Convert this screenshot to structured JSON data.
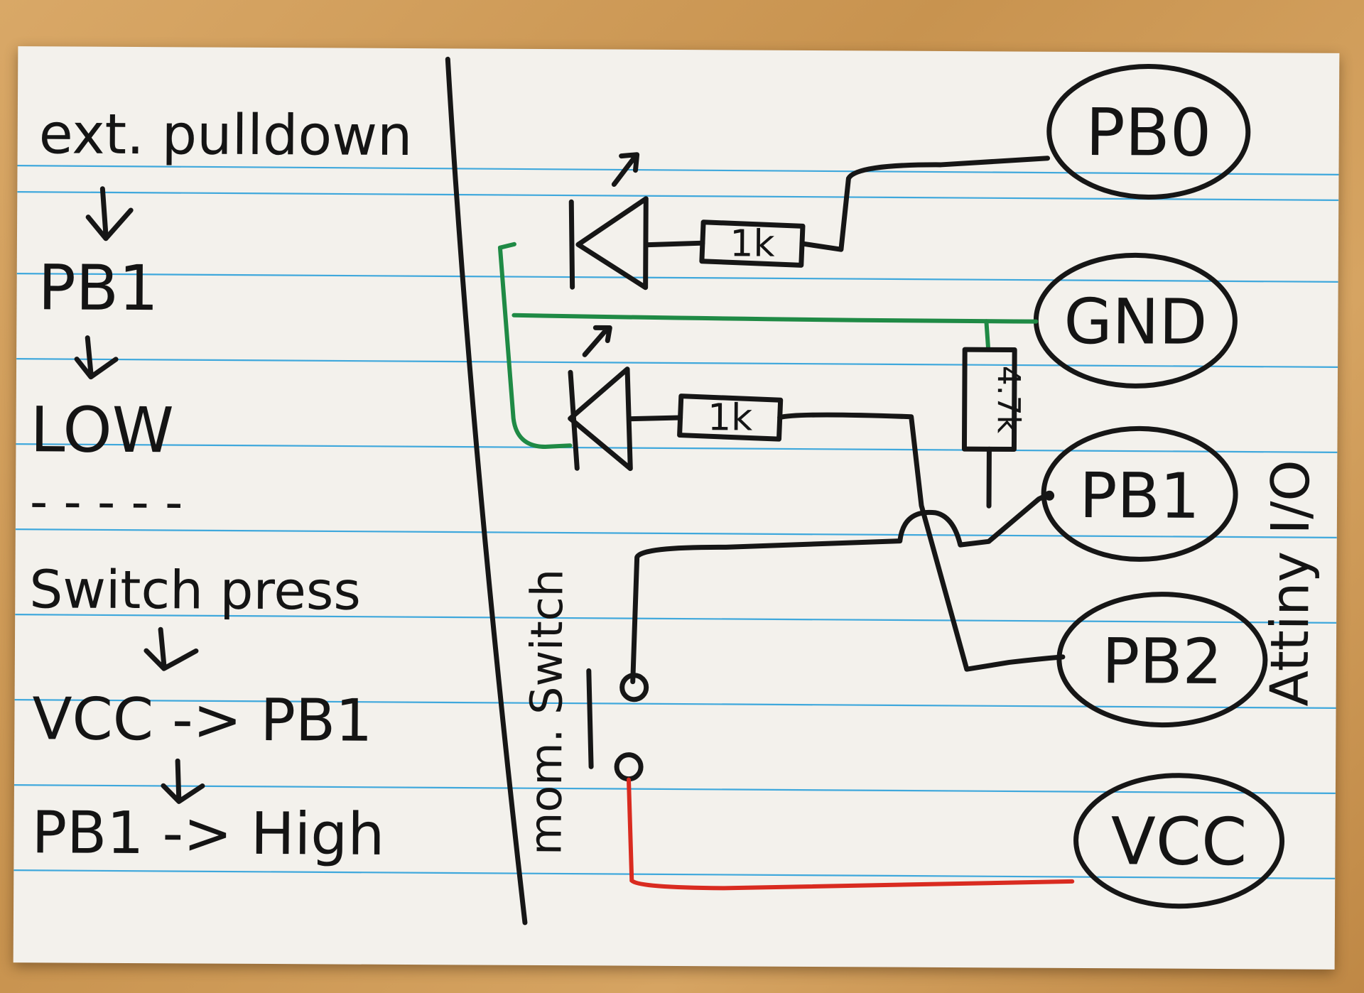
{
  "colors": {
    "ink": "#161616",
    "gnd_wire": "#1f8a45",
    "vcc_wire": "#d92b20",
    "ruling": "#3fa8dc",
    "card": "#f3f1ec"
  },
  "notes": [
    "ext. pulldown",
    "PB1",
    "LOW",
    "Switch press",
    "VCC -> PB1",
    "PB1 -> High"
  ],
  "separator": "- - - - -",
  "pins": {
    "pb0": "PB0",
    "gnd": "GND",
    "pb1": "PB1",
    "pb2": "PB2",
    "vcc": "VCC"
  },
  "resistors": {
    "r1": "1k",
    "r2": "1k",
    "pulldown": "4.7k"
  },
  "switch_label": "mom. Switch",
  "chip_label": "Attiny I/O"
}
